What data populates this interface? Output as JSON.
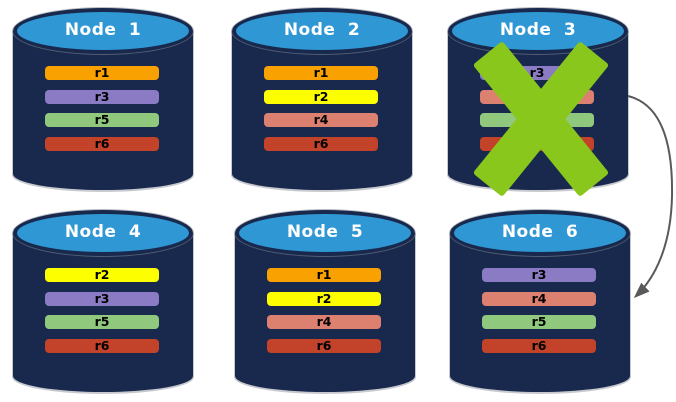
{
  "colors": {
    "cylinder_body": "#18294D",
    "cylinder_top": "#2F97D4",
    "node_title_text": "#FFFFFF",
    "replica_label_text": "#000000",
    "replica": {
      "r1": "#F8A100",
      "r2": "#FDFF00",
      "r3": "#8A7BC4",
      "r4": "#DC8070",
      "r5": "#90C97D",
      "r6": "#C2422A"
    },
    "failure_x": "#8AC71D",
    "arrow": "#58595B"
  },
  "nodes": [
    {
      "title": "Node 1",
      "failed": false,
      "replicas": [
        {
          "label": "r1",
          "color": "#F8A100"
        },
        {
          "label": "r3",
          "color": "#8A7BC4"
        },
        {
          "label": "r5",
          "color": "#90C97D"
        },
        {
          "label": "r6",
          "color": "#C2422A"
        }
      ]
    },
    {
      "title": "Node 2",
      "failed": false,
      "replicas": [
        {
          "label": "r1",
          "color": "#F8A100"
        },
        {
          "label": "r2",
          "color": "#FDFF00"
        },
        {
          "label": "r4",
          "color": "#DC8070"
        },
        {
          "label": "r6",
          "color": "#C2422A"
        }
      ]
    },
    {
      "title": "Node 3",
      "failed": true,
      "replicas": [
        {
          "label": "r3",
          "color": "#8A7BC4"
        },
        {
          "label": "r4",
          "color": "#DC8070"
        },
        {
          "label": "r5",
          "color": "#90C97D"
        },
        {
          "label": "r6",
          "color": "#C2422A"
        }
      ]
    },
    {
      "title": "Node 4",
      "failed": false,
      "replicas": [
        {
          "label": "r2",
          "color": "#FDFF00"
        },
        {
          "label": "r3",
          "color": "#8A7BC4"
        },
        {
          "label": "r5",
          "color": "#90C97D"
        },
        {
          "label": "r6",
          "color": "#C2422A"
        }
      ]
    },
    {
      "title": "Node 5",
      "failed": false,
      "replicas": [
        {
          "label": "r1",
          "color": "#F8A100"
        },
        {
          "label": "r2",
          "color": "#FDFF00"
        },
        {
          "label": "r4",
          "color": "#DC8070"
        },
        {
          "label": "r6",
          "color": "#C2422A"
        }
      ]
    },
    {
      "title": "Node 6",
      "failed": false,
      "replicas": [
        {
          "label": "r3",
          "color": "#8A7BC4"
        },
        {
          "label": "r4",
          "color": "#DC8070"
        },
        {
          "label": "r5",
          "color": "#90C97D"
        },
        {
          "label": "r6",
          "color": "#C2422A"
        }
      ]
    }
  ],
  "arrow": {
    "from": "Node 3",
    "to": "Node 6"
  }
}
